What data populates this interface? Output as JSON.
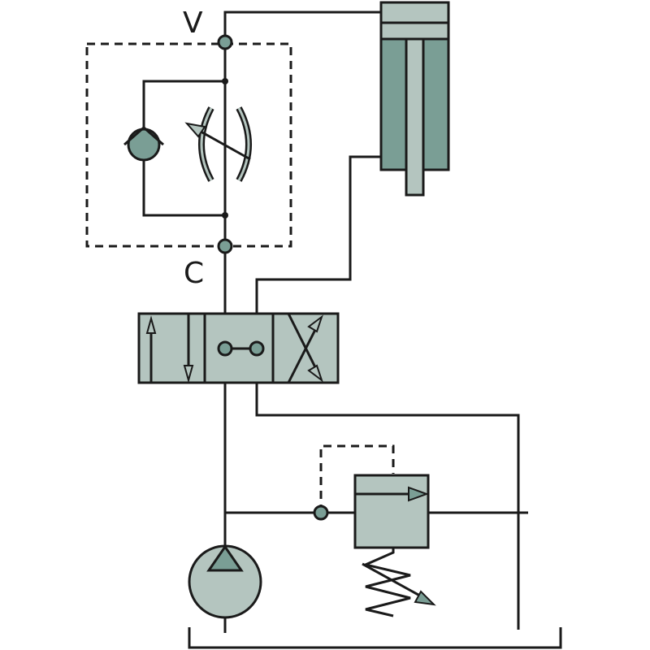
{
  "labels": {
    "port_v": "V",
    "port_c": "C"
  },
  "colors": {
    "line": "#1a1a1a",
    "component_fill": "#b4c5bf",
    "cylinder_dark": "#7a9e95",
    "cylinder_light": "#b4c5bf",
    "background": "#ffffff"
  },
  "components": [
    {
      "name": "hydraulic-cylinder",
      "type": "double-acting cylinder"
    },
    {
      "name": "flow-control-valve",
      "type": "adjustable throttle with check valve"
    },
    {
      "name": "directional-valve",
      "type": "4/3 directional control valve"
    },
    {
      "name": "pressure-relief-valve",
      "type": "adjustable spring relief valve"
    },
    {
      "name": "hydraulic-pump",
      "type": "fixed displacement pump"
    },
    {
      "name": "tank",
      "type": "reservoir"
    }
  ]
}
